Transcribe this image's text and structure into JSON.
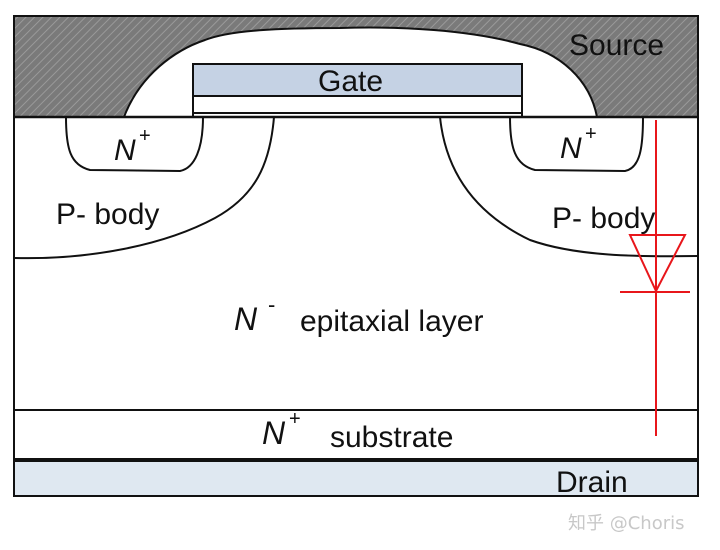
{
  "labels": {
    "source": "Source",
    "gate": "Gate",
    "n_letter": "N",
    "plus": "+",
    "minus": "-",
    "p_body": "P- body",
    "epitaxial": "epitaxial layer",
    "substrate": "substrate",
    "drain": "Drain"
  },
  "watermark": "知乎 @Choris",
  "colors": {
    "outline": "#111111",
    "source_metal": "#7a7a7a",
    "source_hatch": "#9a9a9a",
    "gate_poly": "#c5d2e4",
    "drain_metal": "#dfe8f1",
    "diode": "#e8161b",
    "background": "#ffffff"
  }
}
